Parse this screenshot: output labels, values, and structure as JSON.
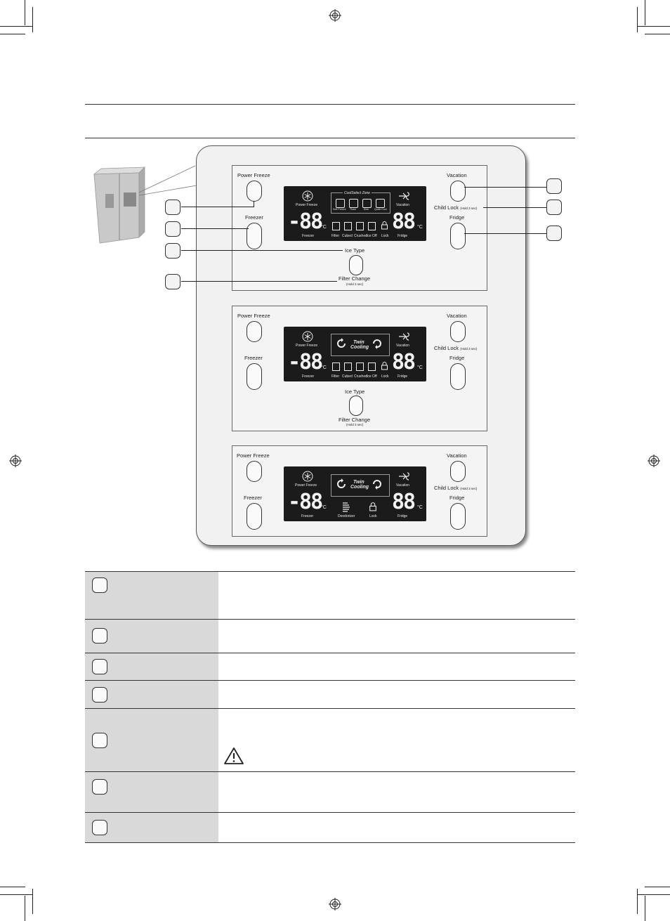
{
  "panel_1": {
    "power_freeze": "Power Freeze",
    "freezer": "Freezer",
    "ice_type": "Ice Type",
    "filter_change": "Filter Change",
    "hold_3_sec": "(Hold 3 sec)",
    "vacation": "Vacation",
    "child_lock": "Child Lock",
    "child_lock_hold": "(Hold 3 sec)",
    "fridge": "Fridge",
    "display": {
      "power_freeze": "Power Freeze",
      "coolselect_zone": "CoolSelect Zone",
      "zone_icons": [
        "Soft Freeze",
        "Thaw",
        "Kiss",
        "Quick Cool"
      ],
      "vacation": "Vacation",
      "freezer_digits": "-88",
      "fridge_digits": "88",
      "degree": "°C",
      "freezer": "Freezer",
      "fridge": "Fridge",
      "icons": [
        "Filter",
        "Cubed",
        "Crushed",
        "Ice Off",
        "Lock"
      ]
    }
  },
  "panel_2": {
    "power_freeze": "Power Freeze",
    "freezer": "Freezer",
    "ice_type": "Ice Type",
    "filter_change": "Filter Change",
    "hold_3_sec": "(Hold 3 sec)",
    "vacation": "Vacation",
    "child_lock": "Child Lock",
    "child_lock_hold": "(Hold 3 sec)",
    "fridge": "Fridge",
    "display": {
      "power_freeze": "Power Freeze",
      "twin_cooling_1": "Twin",
      "twin_cooling_2": "Cooling",
      "vacation": "Vacation",
      "freezer_digits": "-88",
      "fridge_digits": "88",
      "degree": "°C",
      "freezer": "Freezer",
      "fridge": "Fridge",
      "icons": [
        "Filter",
        "Cubed",
        "Crushed",
        "Ice Off",
        "Lock"
      ]
    }
  },
  "panel_3": {
    "power_freeze": "Power Freeze",
    "freezer": "Freezer",
    "vacation": "Vacation",
    "child_lock": "Child Lock",
    "child_lock_hold": "(Hold 3 sec)",
    "fridge": "Fridge",
    "display": {
      "power_freeze": "Power Freeze",
      "twin_cooling_1": "Twin",
      "twin_cooling_2": "Cooling",
      "vacation": "Vacation",
      "freezer_digits": "-88",
      "fridge_digits": "88",
      "degree": "°C",
      "freezer": "Freezer",
      "fridge": "Fridge",
      "deodorizer": "Deodorizer",
      "lock": "Lock"
    }
  },
  "icons": {
    "registration": "registration-mark-icon",
    "warning": "warning-triangle-icon",
    "snowflake": "snowflake-icon",
    "vacation": "vacation-icon",
    "lock": "lock-icon"
  },
  "colors": {
    "table_shade": "#d9d9d9",
    "lcd_background": "#1b1b1b",
    "card_background": "#f1f1f1"
  }
}
